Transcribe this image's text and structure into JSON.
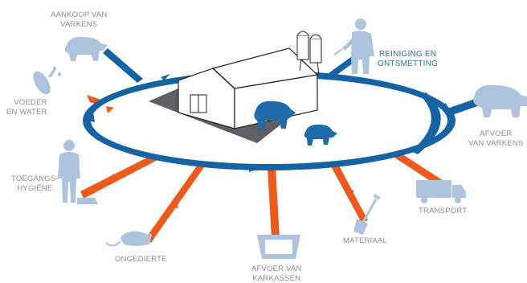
{
  "colors": {
    "cycle_blue": "#1464a5",
    "risk_orange": "#ef5a1a",
    "icon_light_blue": "#aec4de",
    "label_grey": "#8a8f96",
    "label_blue": "#2f6fae",
    "barn_floor": "#5c5f63",
    "pig_blue": "#1f6aa8"
  },
  "labels": {
    "aankoop": [
      "AANKOOP VAN",
      "VARKENS"
    ],
    "reiniging": [
      "REINIGING EN",
      "ONTSMETTING"
    ],
    "voeder": [
      "VOEDER",
      "EN WATER"
    ],
    "afvoer_varkens": [
      "AFVOER",
      "VAN VARKENS"
    ],
    "toegang": [
      "TOEGANGS-",
      "HYGIËNE"
    ],
    "transport": [
      "TRANSPORT"
    ],
    "materiaal": [
      "MATERIAAL"
    ],
    "ongedierte": [
      "ONGEDIERTE"
    ],
    "afvoer_karkassen": [
      "AFVOER VAN",
      "KARKASSEN"
    ]
  },
  "icons": {
    "pig": "pig-icon",
    "farmer_spraying": "farmer-spraying-icon",
    "feed_scoop": "feed-scoop-icon",
    "visitor": "visitor-with-boots-icon",
    "truck": "truck-icon",
    "shovel": "shovel-icon",
    "rat": "rat-icon",
    "carcass_container": "carcass-container-icon",
    "barn": "barn-icon"
  }
}
